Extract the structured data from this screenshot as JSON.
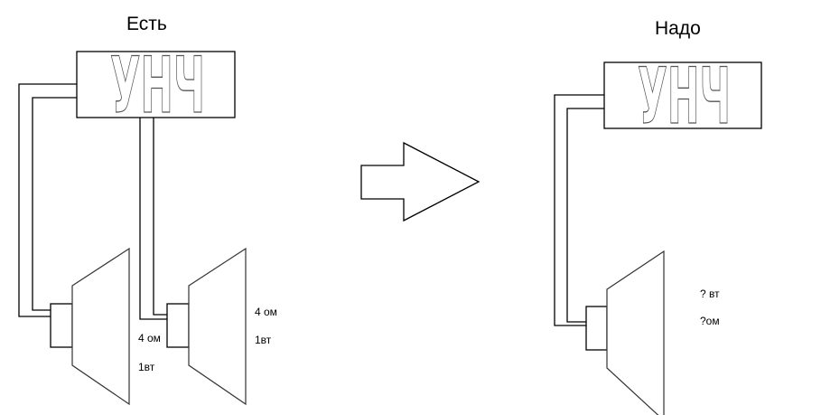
{
  "left": {
    "title": "Есть",
    "amp_label": "УНЧ",
    "speaker1": {
      "impedance": "4 ом",
      "power": "1вт"
    },
    "speaker2": {
      "impedance": "4 ом",
      "power": "1вт"
    }
  },
  "right": {
    "title": "Надо",
    "amp_label": "УНЧ",
    "speaker": {
      "power": "? вт",
      "impedance": "?ом"
    }
  }
}
